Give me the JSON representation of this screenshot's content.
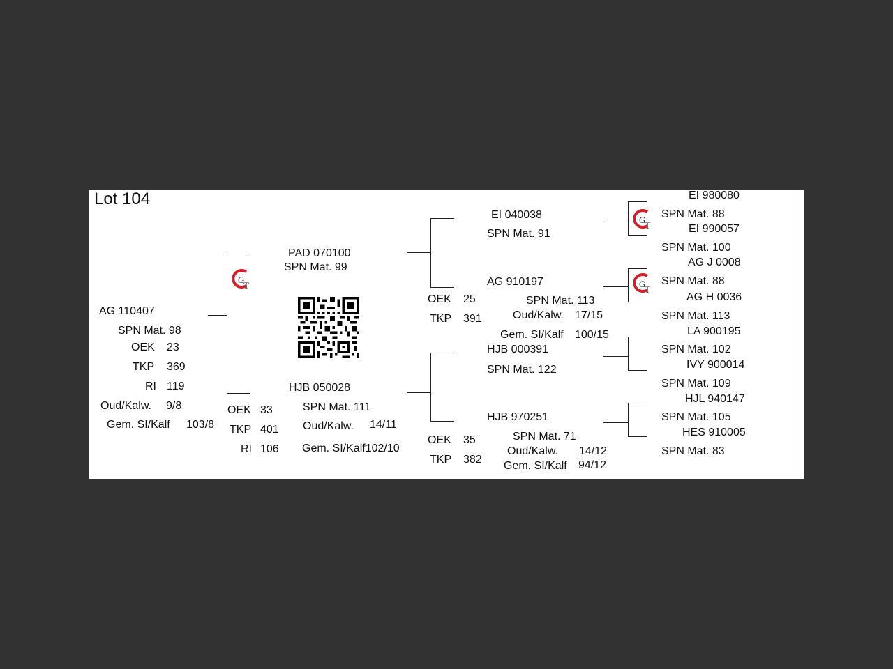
{
  "lot": "Lot 104",
  "animal": {
    "id": "AG  110407",
    "spn": "SPN Mat. 98",
    "oek_label": "OEK",
    "oek": "23",
    "tkp_label": "TKP",
    "tkp": "369",
    "ri_label": "RI",
    "ri": "119",
    "oud_label": "Oud/Kalw.",
    "oud": "9/8",
    "gem_label": "Gem. SI/Kalf",
    "gem": "103/8"
  },
  "sire": {
    "id": "PAD 070100",
    "spn": "SPN Mat. 99"
  },
  "dam": {
    "id": "HJB 050028",
    "spn": "SPN Mat. 111",
    "oud_label": "Oud/Kalw.",
    "oud": "14/11",
    "gem": "Gem. SI/Kalf102/10",
    "oek_label": "OEK",
    "oek": "33",
    "tkp_label": "TKP",
    "tkp": "401",
    "ri_label": "RI",
    "ri": "106"
  },
  "sire_sire": {
    "id": "EI  040038",
    "spn": "SPN Mat. 91"
  },
  "sire_dam": {
    "id": "AG  910197",
    "spn": "SPN Mat. 113",
    "oek_label": "OEK",
    "oek": "25",
    "tkp_label": "TKP",
    "tkp": "391",
    "oud_label": "Oud/Kalw.",
    "oud": "17/15",
    "gem_label": "Gem. SI/Kalf",
    "gem": "100/15"
  },
  "dam_sire": {
    "id": "HJB 000391",
    "spn": "SPN Mat. 122"
  },
  "dam_dam": {
    "id": "HJB 970251",
    "spn": "SPN Mat. 71",
    "oek_label": "OEK",
    "oek": "35",
    "tkp_label": "TKP",
    "tkp": "382",
    "oud_label": "Oud/Kalw.",
    "oud": "14/12",
    "gem_label": "Gem. SI/Kalf",
    "gem": "94/12"
  },
  "gen3": [
    {
      "id": "EI  980080",
      "spn": "SPN Mat. 88"
    },
    {
      "id": "EI  990057",
      "spn": "SPN Mat. 100"
    },
    {
      "id": "AG  J 0008",
      "spn": "SPN Mat. 88"
    },
    {
      "id": "AG  H 0036",
      "spn": "SPN Mat. 113"
    },
    {
      "id": "LA  900195",
      "spn": "SPN Mat. 102"
    },
    {
      "id": "IVY 900014",
      "spn": "SPN Mat. 109"
    },
    {
      "id": "HJL 940147",
      "spn": "SPN Mat. 105"
    },
    {
      "id": "HES 910005",
      "spn": "SPN Mat. 83"
    }
  ],
  "logo_text": "GT",
  "colors": {
    "logo_red": "#d0202a",
    "logo_dark": "#222222",
    "background": "#323232"
  }
}
